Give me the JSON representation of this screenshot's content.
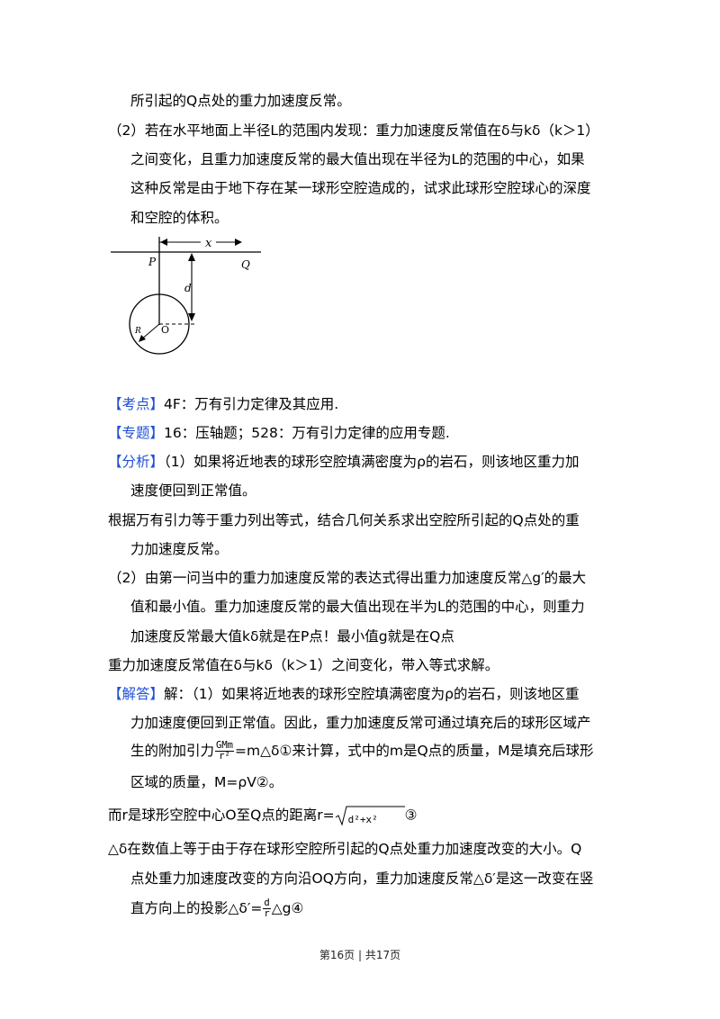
{
  "lines": {
    "l1": "所引起的Q点处的重力加速度反常。",
    "l2": "（2）若在水平地面上半径L的范围内发现：重力加速度反常值在δ与kδ（k＞1）",
    "l3": "之间变化，且重力加速度反常的最大值出现在半径为L的范围的中心，如果",
    "l4": "这种反常是由于地下存在某一球形空腔造成的，试求此球形空腔球心的深度",
    "l5": "和空腔的体积。"
  },
  "figure": {
    "label_P": "P",
    "label_Q": "Q",
    "label_x": "x",
    "label_d": "d",
    "label_O": "O",
    "label_R": "R"
  },
  "kaodian": {
    "tag": "【考点】",
    "text": "4F：万有引力定律及其应用."
  },
  "zhuanti": {
    "tag": "【专题】",
    "text": "16：压轴题；528：万有引力定律的应用专题."
  },
  "fenxi": {
    "tag": "【分析】",
    "l1": "（1）如果将近地表的球形空腔填满密度为ρ的岩石，则该地区重力加",
    "l2": "速度便回到正常值。",
    "l3": "根据万有引力等于重力列出等式，结合几何关系求出空腔所引起的Q点处的重",
    "l4": "力加速度反常。",
    "l5": "（2）由第一问当中的重力加速度反常的表达式得出重力加速度反常△g′的最大",
    "l6": "值和最小值。重力加速度反常的最大值出现在半为L的范围的中心，则重力",
    "l7": "加速度反常最大值kδ就是在P点！最小值g就是在Q点",
    "l8": "重力加速度反常值在δ与kδ（k＞1）之间变化，带入等式求解。"
  },
  "jieda": {
    "tag": "【解答】",
    "l1": "解：（1）如果将近地表的球形空腔填满密度为ρ的岩石，则该地区重",
    "l2": "力加速度便回到正常值。因此，重力加速度反常可通过填充后的球形区域产",
    "l3a": "生的附加引力",
    "frac1_num": "GMm",
    "frac1_den": "r²",
    "l3b": "=m△δ①来计算，式中的m是Q点的质量，M是填充后球形",
    "l4": "区域的质量，M=ρV②。",
    "l5a": "而r是球形空腔中心O至Q点的距离r=",
    "sqrt_content": "d²+x²",
    "l5b": "③",
    "l6": "△δ在数值上等于由于存在球形空腔所引起的Q点处重力加速度改变的大小。Q",
    "l7": "点处重力加速度改变的方向沿OQ方向，重力加速度反常△δ′是这一改变在竖",
    "l8a": "直方向上的投影△δ′=",
    "frac2_num": "d",
    "frac2_den": "r",
    "l8b": "△g④"
  },
  "footer": "第16页 | 共17页",
  "colors": {
    "tag": "#1f4fd6",
    "text": "#000000"
  }
}
